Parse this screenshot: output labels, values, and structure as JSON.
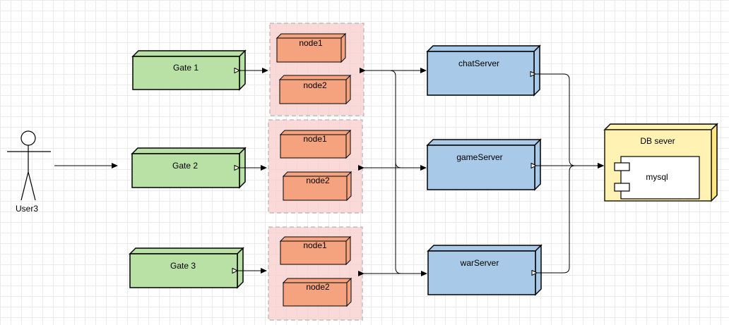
{
  "actor": {
    "label": "User3"
  },
  "gates": [
    {
      "id": "gate1",
      "label": "Gate 1"
    },
    {
      "id": "gate2",
      "label": "Gate 2"
    },
    {
      "id": "gate3",
      "label": "Gate 3"
    }
  ],
  "node_groups": [
    {
      "id": "group1",
      "nodes": [
        "node1",
        "node2"
      ]
    },
    {
      "id": "group2",
      "nodes": [
        "node1",
        "node2"
      ]
    },
    {
      "id": "group3",
      "nodes": [
        "node1",
        "node2"
      ]
    }
  ],
  "servers": [
    {
      "id": "chat",
      "label": "chatServer"
    },
    {
      "id": "game",
      "label": "gameServer"
    },
    {
      "id": "war",
      "label": "warServer"
    }
  ],
  "db": {
    "label": "DB sever",
    "component": "mysql"
  },
  "colors": {
    "gate_fill": "#b9e0a5",
    "node_fill": "#f5a37f",
    "group_fill": "#f8cecc",
    "group_border": "#b3b3b3",
    "server_fill": "#a9c9e8",
    "db_fill": "#fff2b3",
    "db_side": "#ffe680",
    "db_border": "#d6b656",
    "stroke": "#000000"
  }
}
